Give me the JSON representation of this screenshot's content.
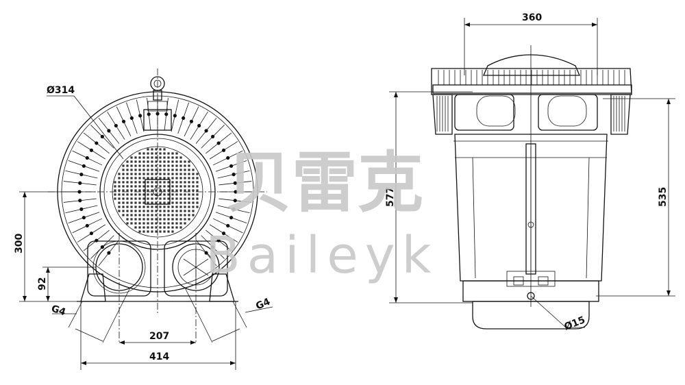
{
  "watermark": {
    "cn_text": "贝雷克",
    "en_text": "Baileyk",
    "color": "#c8c8c8"
  },
  "front_view": {
    "dimensions": {
      "impeller_diameter": "Ø314",
      "height_to_axis": "300",
      "outlet_height": "92",
      "port_spacing": "207",
      "overall_width": "414",
      "port_thread_left": "G4",
      "port_thread_right": "G4"
    }
  },
  "side_view": {
    "dimensions": {
      "top_width": "360",
      "overall_height": "577",
      "body_height": "535",
      "drain_diameter": "Ø15"
    }
  },
  "colors": {
    "line": "#111111",
    "background": "#ffffff"
  }
}
